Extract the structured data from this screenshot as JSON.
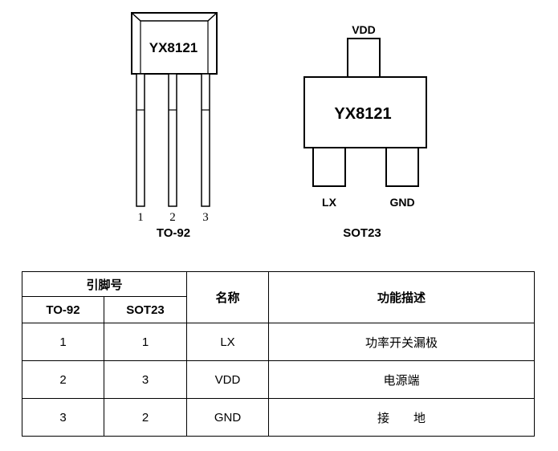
{
  "to92": {
    "chip_label": "YX8121",
    "pin_numbers": [
      "1",
      "2",
      "3"
    ],
    "package_name": "TO-92"
  },
  "sot23": {
    "chip_label": "YX8121",
    "top_pin_label": "VDD",
    "left_pin_label": "LX",
    "right_pin_label": "GND",
    "package_name": "SOT23"
  },
  "table": {
    "header_group": "引脚号",
    "header_to92": "TO-92",
    "header_sot23": "SOT23",
    "header_name": "名称",
    "header_desc": "功能描述",
    "rows": [
      {
        "to92": "1",
        "sot23": "1",
        "name": "LX",
        "desc": "功率开关漏极"
      },
      {
        "to92": "2",
        "sot23": "3",
        "name": "VDD",
        "desc": "电源端"
      },
      {
        "to92": "3",
        "sot23": "2",
        "name": "GND",
        "desc": "接　　地"
      }
    ]
  }
}
